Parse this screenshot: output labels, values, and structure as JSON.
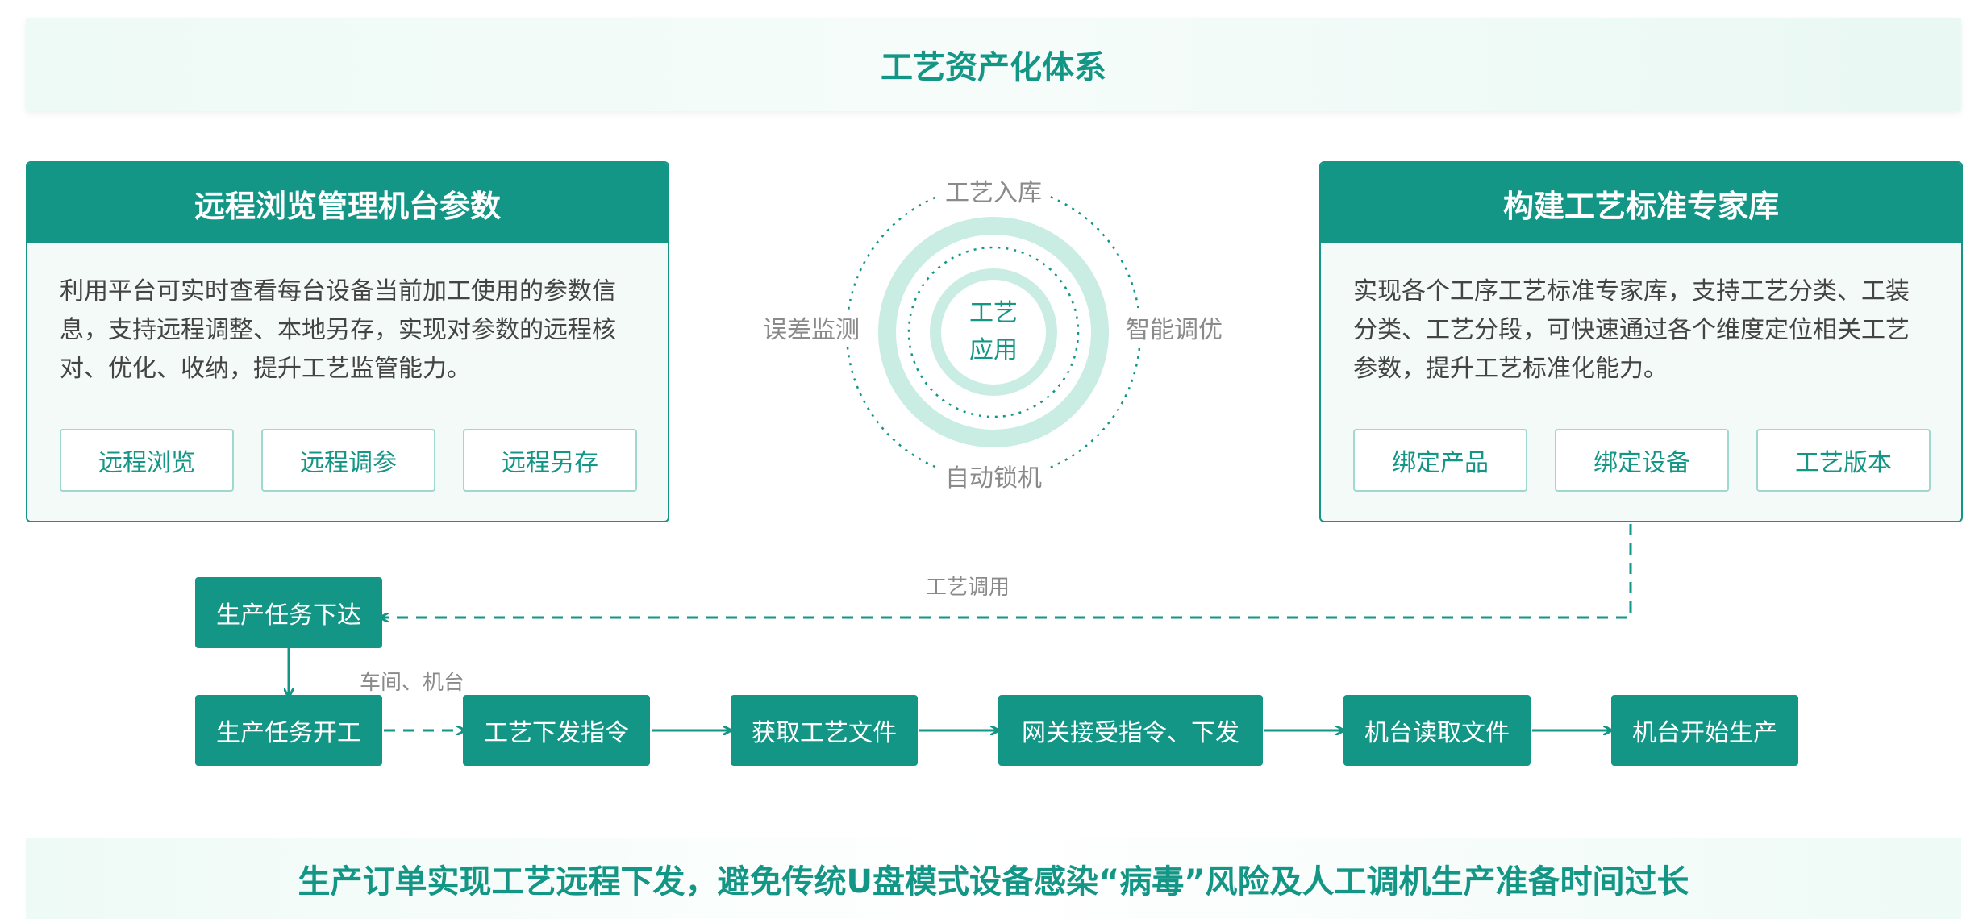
{
  "title": "工艺资产化体系",
  "left_panel": {
    "title": "远程浏览管理机台参数",
    "description": "利用平台可实时查看每台设备当前加工使用的参数信息，支持远程调整、本地另存，实现对参数的远程核对、优化、收纳，提升工艺监管能力。",
    "tags": [
      "远程浏览",
      "远程调参",
      "远程另存"
    ]
  },
  "right_panel": {
    "title": "构建工艺标准专家库",
    "description": "实现各个工序工艺标准专家库，支持工艺分类、工装分类、工艺分段，可快速通过各个维度定位相关工艺参数，提升工艺标准化能力。",
    "tags": [
      "绑定产品",
      "绑定设备",
      "工艺版本"
    ]
  },
  "cycle": {
    "center": [
      "工艺",
      "应用"
    ],
    "top": "工艺入库",
    "right": "智能调优",
    "bottom": "自动锁机",
    "left": "误差监测"
  },
  "flow": {
    "dispatch": "生产任务下达",
    "dispatch_link_label": "工艺调用",
    "start_link_label": "车间、机台",
    "steps": [
      "生产任务开工",
      "工艺下发指令",
      "获取工艺文件",
      "网关接受指令、下发",
      "机台读取文件",
      "机台开始生产"
    ]
  },
  "footer": "生产订单实现工艺远程下发，避免传统U盘模式设备感染“病毒”风险及人工调机生产准备时间过长",
  "colors": {
    "primary": "#139685",
    "ring": "#c9ece3",
    "muted": "#8a8a8a"
  }
}
